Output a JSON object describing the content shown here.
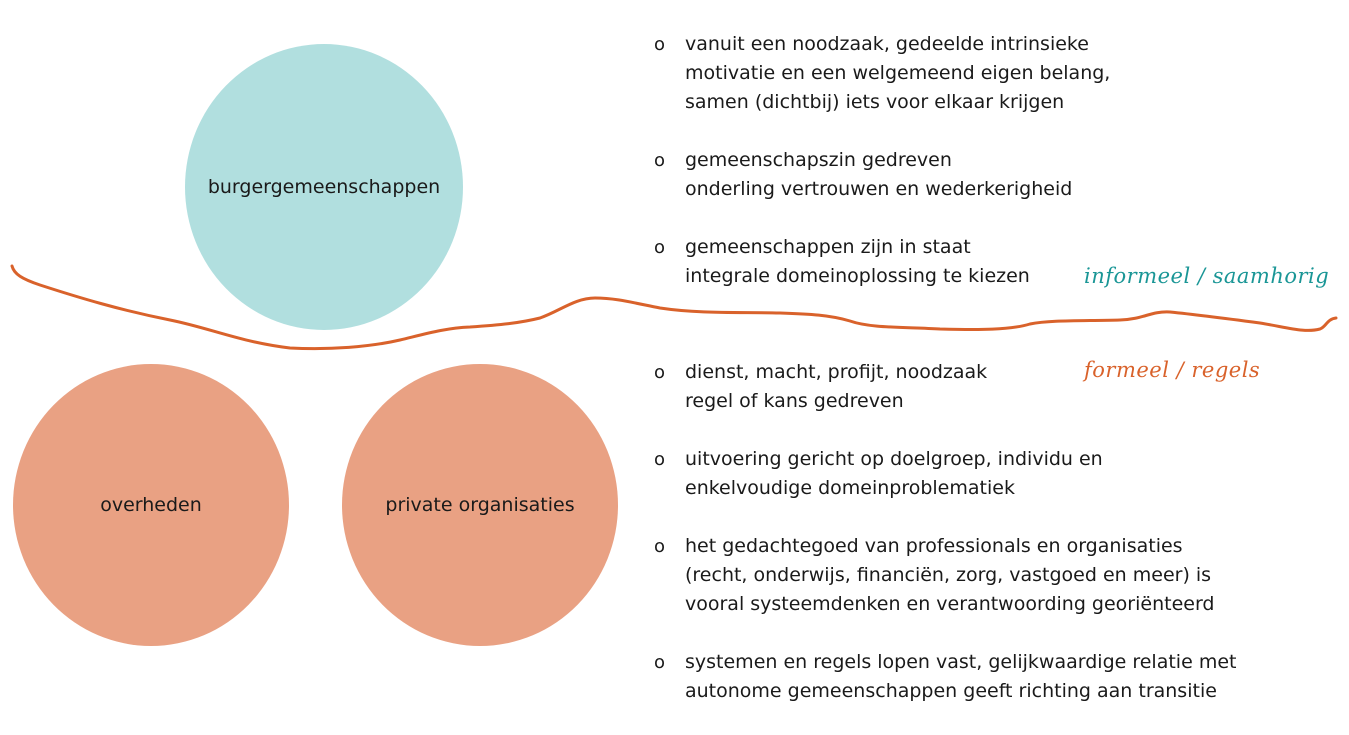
{
  "colors": {
    "teal_circle": "#b1dfdf",
    "salmon_circle": "#e9a183",
    "divider_line": "#d9622b",
    "informeel_text": "#1a9696",
    "formeel_text": "#d9622b"
  },
  "circles": {
    "burgergemeenschappen": "burgergemeenschappen",
    "overheden": "overheden",
    "private": "private organisaties"
  },
  "labels": {
    "informeel": "informeel / saamhorig",
    "formeel": "formeel / regels"
  },
  "bullet_marker": "o",
  "bullets_top": [
    {
      "lines": [
        "vanuit een noodzaak, gedeelde intrinsieke",
        "motivatie en een welgemeend eigen belang,",
        "samen (dichtbij) iets voor elkaar krijgen"
      ]
    },
    {
      "lines": [
        "gemeenschapszin gedreven",
        "onderling vertrouwen en wederkerigheid"
      ]
    },
    {
      "lines": [
        "gemeenschappen zijn in staat",
        "integrale domeinoplossing te kiezen"
      ]
    }
  ],
  "bullets_bottom": [
    {
      "lines": [
        "dienst, macht, profijt, noodzaak",
        "regel of kans gedreven"
      ]
    },
    {
      "lines": [
        "uitvoering gericht op doelgroep, individu en",
        "enkelvoudige domeinproblematiek"
      ]
    },
    {
      "lines": [
        "het gedachtegoed van professionals en organisaties",
        "(recht, onderwijs, financiën, zorg, vastgoed en meer) is",
        "vooral systeemdenken en verantwoording georiënteerd"
      ]
    },
    {
      "lines": [
        "systemen en regels lopen vast, gelijkwaardige relatie met",
        "autonome gemeenschappen geeft richting aan transitie"
      ]
    }
  ]
}
